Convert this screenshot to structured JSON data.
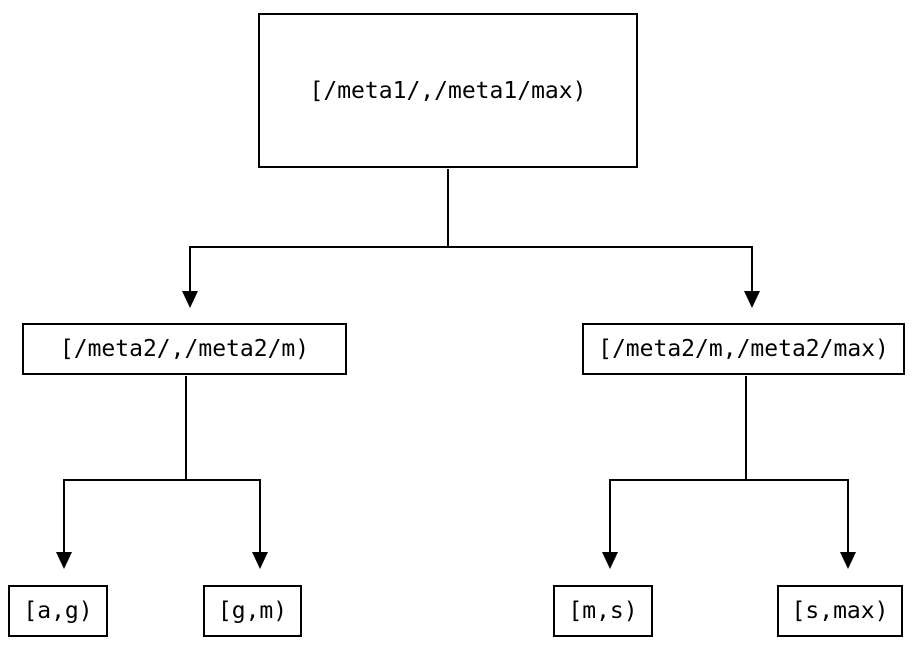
{
  "diagram": {
    "type": "tree",
    "colors": {
      "background": "#ffffff",
      "line": "#000000",
      "box_border": "#000000",
      "text": "#000000"
    },
    "root": {
      "label": "[/meta1/,/meta1/max)"
    },
    "level2": [
      {
        "label": "[/meta2/,/meta2/m)"
      },
      {
        "label": "[/meta2/m,/meta2/max)"
      }
    ],
    "leaves": [
      {
        "label": "[a,g)"
      },
      {
        "label": "[g,m)"
      },
      {
        "label": "[m,s)"
      },
      {
        "label": "[s,max)"
      }
    ],
    "edges": [
      {
        "from": "root",
        "to": "level2.0"
      },
      {
        "from": "root",
        "to": "level2.1"
      },
      {
        "from": "level2.0",
        "to": "leaves.0"
      },
      {
        "from": "level2.0",
        "to": "leaves.1"
      },
      {
        "from": "level2.1",
        "to": "leaves.2"
      },
      {
        "from": "level2.1",
        "to": "leaves.3"
      }
    ]
  }
}
